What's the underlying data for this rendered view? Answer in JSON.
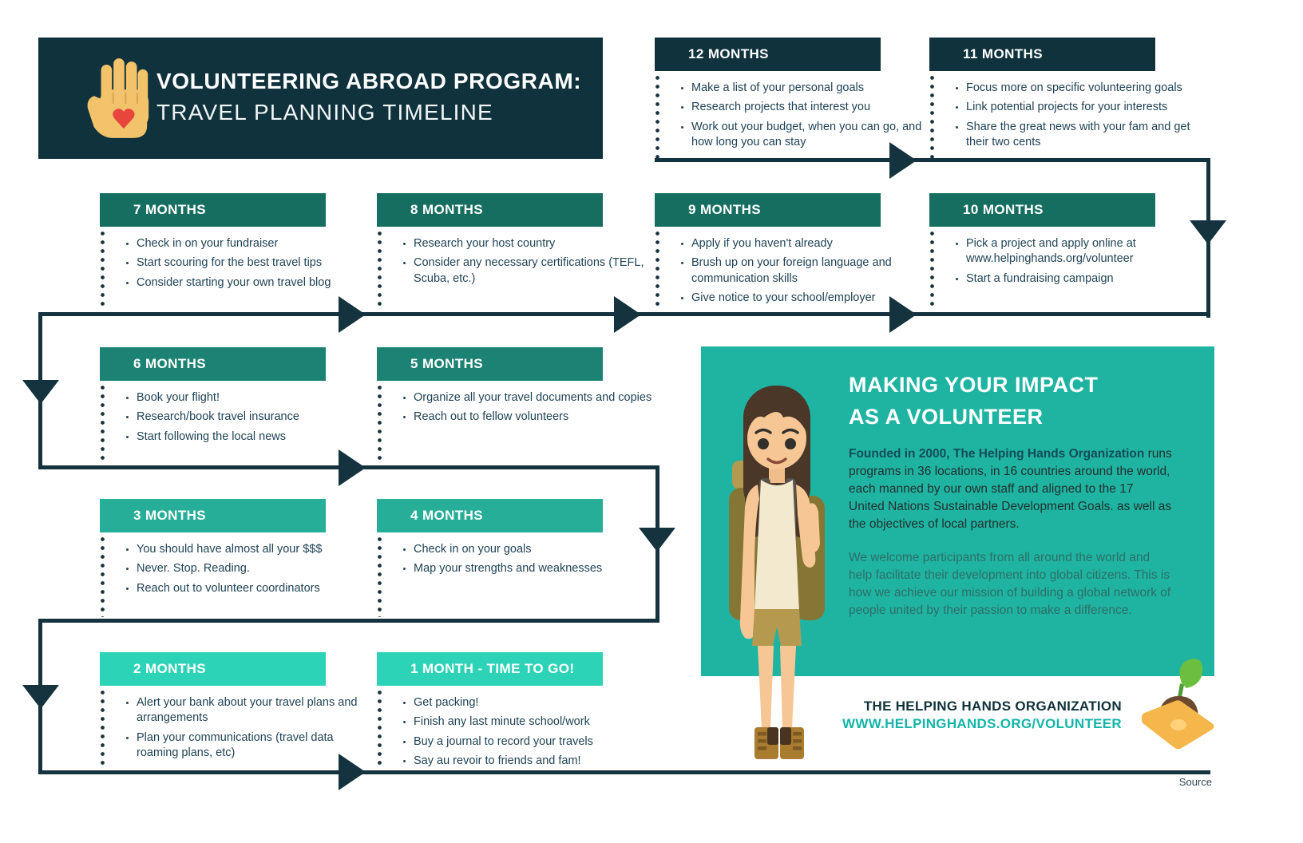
{
  "title_block": {
    "line1": "VOLUNTEERING ABROAD PROGRAM:",
    "line2": "TRAVEL PLANNING TIMELINE"
  },
  "months": [
    {
      "label": "12 MONTHS",
      "items": [
        "Make a list of your personal goals",
        "Research projects that interest you",
        "Work out your budget, when you can go, and how long you can stay"
      ]
    },
    {
      "label": "11 MONTHS",
      "items": [
        "Focus more on specific volunteering goals",
        "Link potential projects for your interests",
        "Share the great news with your fam and get their two cents"
      ]
    },
    {
      "label": "7 MONTHS",
      "items": [
        "Check in on your fundraiser",
        "Start scouring for the best travel tips",
        "Consider starting your own travel blog"
      ]
    },
    {
      "label": "8 MONTHS",
      "items": [
        "Research your host country",
        "Consider any necessary certifications (TEFL, Scuba, etc.)"
      ]
    },
    {
      "label": "9 MONTHS",
      "items": [
        "Apply if you haven't already",
        "Brush up on your foreign language and communication skills",
        "Give notice to your school/employer"
      ]
    },
    {
      "label": "10 MONTHS",
      "items": [
        "Pick a project and apply online at www.helpinghands.org/volunteer",
        "Start a fundraising campaign"
      ]
    },
    {
      "label": "6 MONTHS",
      "items": [
        "Book your flight!",
        "Research/book travel insurance",
        "Start following the local news"
      ]
    },
    {
      "label": "5 MONTHS",
      "items": [
        "Organize all your travel documents and copies",
        "Reach out to fellow volunteers"
      ]
    },
    {
      "label": "3 MONTHS",
      "items": [
        "You should have almost all your $$$",
        "Never. Stop. Reading.",
        "Reach out to volunteer coordinators"
      ]
    },
    {
      "label": "4 MONTHS",
      "items": [
        "Check in on your goals",
        "Map your strengths and weaknesses"
      ]
    },
    {
      "label": "2 MONTHS",
      "items": [
        "Alert your bank about your travel plans and arrangements",
        "Plan your communications (travel data roaming plans, etc)"
      ]
    },
    {
      "label": "1 MONTH - TIME TO GO!",
      "items": [
        "Get packing!",
        "Finish any last minute school/work",
        "Buy a journal to record your travels",
        "Say au revoir to friends and fam!"
      ]
    }
  ],
  "impact": {
    "title_line1": "MAKING YOUR IMPACT",
    "title_line2": "AS A VOLUNTEER",
    "intro_bold": "Founded in 2000, The Helping Hands Organization",
    "intro_rest": " runs programs in 36 locations, in 16 countries around the world, each manned by our own staff and aligned to the 17 United Nations Sustainable Development Goals. as well as the objectives of local partners.",
    "paragraph2": "We welcome participants from all around the world and help facilitate their development into global citizens. This is how we achieve our mission of building a global network of people united by their passion to make a difference."
  },
  "footer": {
    "org_name": "THE HELPING HANDS ORGANIZATION",
    "org_url": "WWW.HELPINGHANDS.ORG/VOLUNTEER",
    "source_label": "Source"
  },
  "icons": {
    "title_icon": "hand-with-heart-icon",
    "footer_icon": "hand-holding-plant-icon",
    "illustration": "backpacker-volunteer-illustration"
  },
  "colors": {
    "navy": "#0f323c",
    "green_dark": "#166e61",
    "green_mid": "#1c8273",
    "green_light": "#26ae98",
    "green_bright": "#2cd3b6",
    "panel_teal": "#1fb4a2",
    "timeline": "#14333e",
    "bullet_text": "#204356",
    "url_teal": "#12b5a8",
    "heart_red": "#e8453c"
  }
}
